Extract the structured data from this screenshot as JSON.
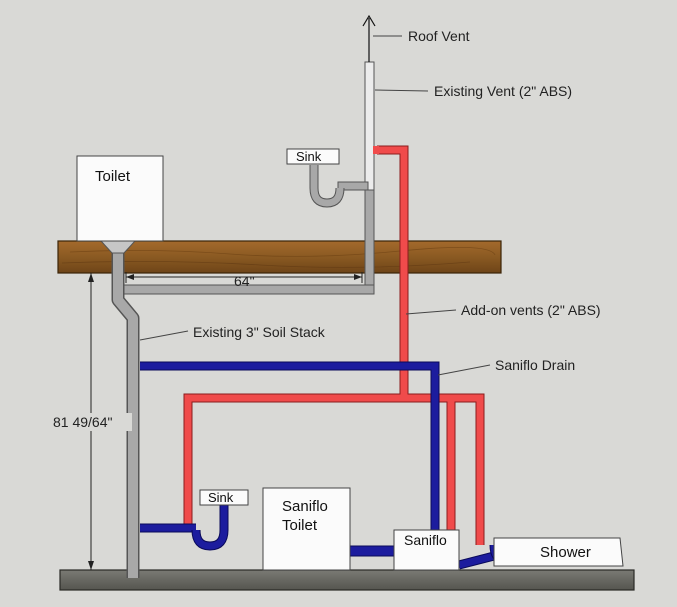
{
  "labels": {
    "roof_vent": "Roof Vent",
    "existing_vent": "Existing Vent (2\" ABS)",
    "add_on_vents": "Add-on vents (2\" ABS)",
    "saniflo_drain": "Saniflo Drain",
    "existing_soil_stack": "Existing 3\" Soil Stack",
    "distance_64": "64\"",
    "height_dimension": "81 49/64\""
  },
  "fixtures": {
    "toilet_upper": "Toilet",
    "sink_upper": "Sink",
    "sink_lower": "Sink",
    "saniflo_toilet_line1": "Saniflo",
    "saniflo_toilet_line2": "Toilet",
    "saniflo_pump": "Saniflo",
    "shower": "Shower"
  },
  "colors": {
    "background": "#d9d9d6",
    "floor_wood": "#8a5a22",
    "gray_pipe": "#a8a8a8",
    "red_vent": "#f04b4b",
    "blue_drain": "#1c1c9e",
    "white_pipe": "#ececec"
  }
}
